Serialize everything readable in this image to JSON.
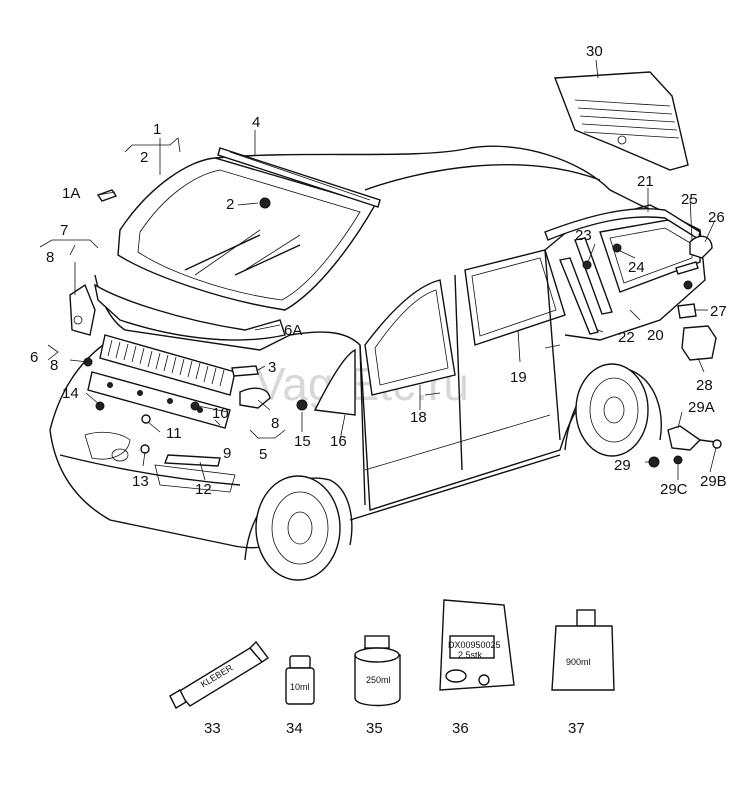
{
  "watermark": "Vag-Etc.ru",
  "callouts": {
    "c1": "1",
    "c2a": "2",
    "c2b": "2",
    "c1A": "1A",
    "c3": "3",
    "c4": "4",
    "c5": "5",
    "c6": "6",
    "c6A": "6A",
    "c7": "7",
    "c8a": "8",
    "c8b": "8",
    "c8c": "8",
    "c9": "9",
    "c10": "10",
    "c11": "11",
    "c12": "12",
    "c13": "13",
    "c14": "14",
    "c15": "15",
    "c16": "16",
    "c18": "18",
    "c19": "19",
    "c20": "20",
    "c21": "21",
    "c22": "22",
    "c23": "23",
    "c24": "24",
    "c25": "25",
    "c26": "26",
    "c27": "27",
    "c28": "28",
    "c29": "29",
    "c29A": "29A",
    "c29B": "29B",
    "c29C": "29C",
    "c30": "30",
    "c33": "33",
    "c34": "34",
    "c35": "35",
    "c36": "36",
    "c37": "37"
  },
  "products": {
    "tube_label": "KLEBER",
    "jar_small": "10ml",
    "can_label": "250ml",
    "bag_code": "DX00950025",
    "bag_sub": "2.5stk",
    "bottle_label": "900ml"
  }
}
